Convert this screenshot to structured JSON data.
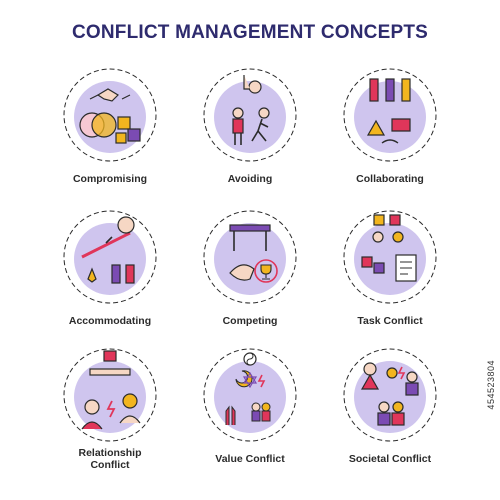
{
  "title": "CONFLICT MANAGEMENT CONCEPTS",
  "concepts": [
    {
      "label": "Compromising",
      "icon": "handshake-puzzle-icon"
    },
    {
      "label": "Avoiding",
      "icon": "stop-hand-running-icon"
    },
    {
      "label": "Collaborating",
      "icon": "team-arrows-icon"
    },
    {
      "label": "Accommodating",
      "icon": "boulder-push-icon"
    },
    {
      "label": "Competing",
      "icon": "arm-wrestling-trophy-icon"
    },
    {
      "label": "Task Conflict",
      "icon": "puzzle-checklist-icon"
    },
    {
      "label": "Relationship\nConflict",
      "icon": "coworkers-lightning-icon"
    },
    {
      "label": "Value Conflict",
      "icon": "religious-symbols-icon"
    },
    {
      "label": "Societal Conflict",
      "icon": "crowd-lightning-icon"
    }
  ],
  "stock_id": "454523804",
  "colors": {
    "title": "#2e2b6e",
    "lavender": "#cfc5ee",
    "outline": "#2b2b2b",
    "accent_red": "#e0365a",
    "accent_yellow": "#f2b51f",
    "accent_purple": "#7b4bb3"
  }
}
